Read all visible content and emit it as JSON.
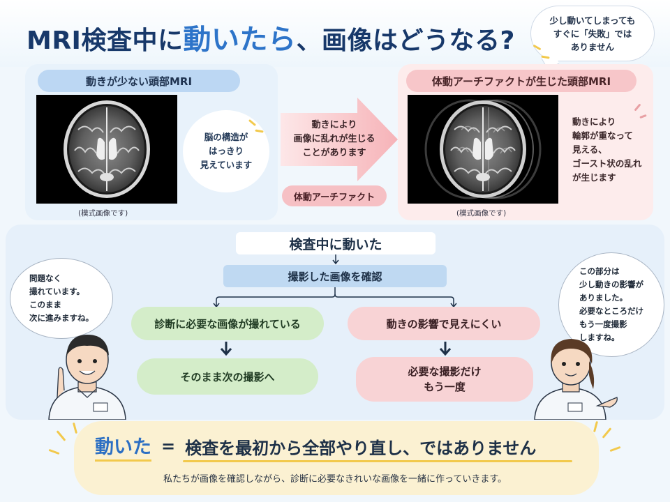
{
  "header": {
    "title_part1": "MRI検査中に",
    "title_accent": "動いたら",
    "title_part2": "、画像はどうなる?",
    "reassure_bubble": "少し動いてしまっても\nすぐに「失敗」では\nありません"
  },
  "compare": {
    "left": {
      "label": "動きが少ない頭部MRI",
      "note": "脳の構造が\nはっきり\n見えています",
      "caption": "(模式画像です)"
    },
    "arrow": {
      "text": "動きにより\n画像に乱れが生じる\nことがあります",
      "tag": "体動アーチファクト"
    },
    "right": {
      "label": "体動アーチファクトが生じた頭部MRI",
      "note": "動きにより\n輪郭が重なって\n見える、\nゴースト状の乱れ\nが生じます",
      "caption": "(模式画像です)"
    }
  },
  "flow": {
    "start": "検査中に動いた",
    "check": "撮影した画像を確認",
    "ok_branch": "診断に必要な画像が撮れている",
    "ok_result": "そのまま次の撮影へ",
    "ng_branch": "動きの影響で見えにくい",
    "ng_result": "必要な撮影だけ\nもう一度"
  },
  "speech": {
    "male_tech": "問題なく\n撮れています。\nこのまま\n次に進みますね。",
    "female_tech": "この部分は\n少し動きの影響が\nありました。\n必要なところだけ\nもう一度撮影\nしますね。"
  },
  "bottom": {
    "highlight": "動いた",
    "equals": "=",
    "message": "検査を最初から全部やり直し、ではありません",
    "sub": "私たちが画像を確認しながら、診断に必要なきれいな画像を一緒に作っていきます。"
  },
  "colors": {
    "navy": "#17386a",
    "accent_blue": "#2d74c9",
    "light_blue": "#bcd7f3",
    "pink": "#f7c6c9",
    "green": "#d4edc9",
    "yellow": "#f2c94c"
  }
}
